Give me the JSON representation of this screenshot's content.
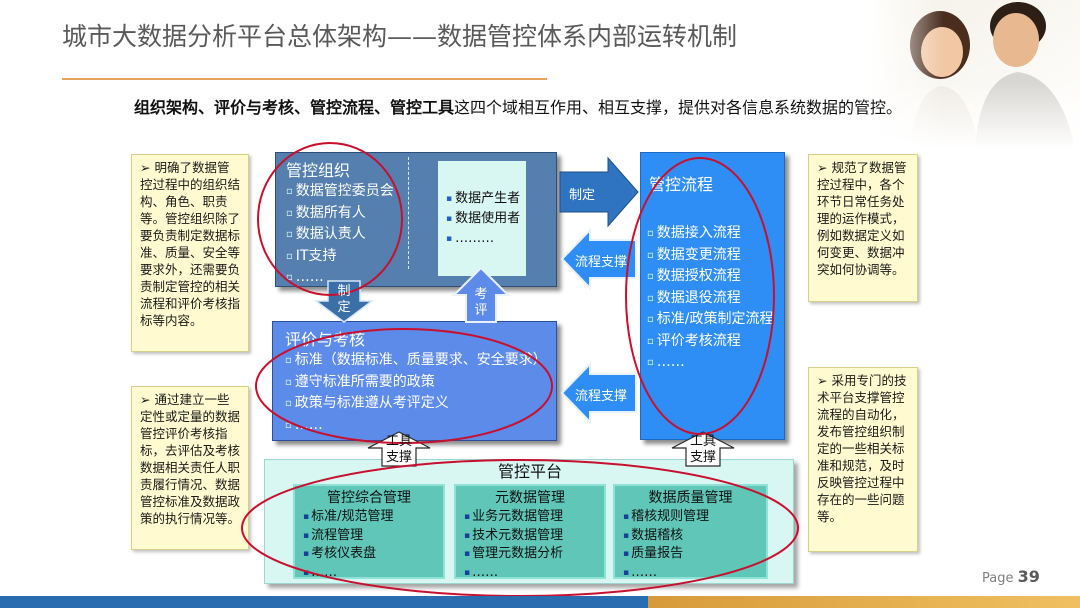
{
  "header": {
    "title": "城市大数据分析平台总体架构——数据管控体系内部运转机制",
    "subtitle_bold": "组织架构、评价与考核、管控流程、管控工具",
    "subtitle_rest": "这四个域相互作用、相互支撑，提供对各信息系统数据的管控。"
  },
  "notes": {
    "left_top": "➢  明确了数据管控过程中的组织结构、角色、职责等。管控组织除了要负责制定数据标准、质量、安全等要求外，还需要负责制定管控的相关流程和评价考核指标等内容。",
    "left_bottom": "➢  通过建立一些定性或定量的数据管控评价考核指标，去评估及考核数据相关责任人职责履行情况、数据管控标准及数据政策的执行情况等。",
    "right_top": "➢  规范了数据管控过程中，各个环节日常任务处理的运作模式，例如数据定义如何变更、数据冲突如何协调等。",
    "right_bottom": "➢  采用专门的技术平台支撑管控流程的自动化，发布管控组织制定的一些相关标准和规范，及时反映管控过程中存在的一些问题等。"
  },
  "organization": {
    "title": "管控组织",
    "items": [
      "数据管控委员会",
      "数据所有人",
      "数据认责人",
      "IT支持",
      "……"
    ],
    "inner_items": [
      "数据产生者",
      "数据使用者",
      "………"
    ]
  },
  "evaluation": {
    "title": "评价与考核",
    "items": [
      "标准（数据标准、质量要求、安全要求）",
      "遵守标准所需要的政策",
      "政策与标准遵从考评定义",
      "……"
    ]
  },
  "process": {
    "title": "管控流程",
    "items": [
      "数据接入流程",
      "数据变更流程",
      "数据授权流程",
      "数据退役流程",
      "标准/政策制定流程",
      "评价考核流程",
      "……"
    ]
  },
  "platform": {
    "title": "管控平台",
    "modules": [
      {
        "title": "管控综合管理",
        "items": [
          "标准/规范管理",
          "流程管理",
          "考核仪表盘",
          "……"
        ]
      },
      {
        "title": "元数据管理",
        "items": [
          "业务元数据管理",
          "技术元数据管理",
          "管理元数据分析",
          "……"
        ]
      },
      {
        "title": "数据质量管理",
        "items": [
          "稽核规则管理",
          "数据稽核",
          "质量报告",
          "……"
        ]
      }
    ]
  },
  "arrows": {
    "formulate_right": "制定",
    "process_support_top": "流程支撑",
    "process_support_bottom": "流程支撑",
    "formulate_down": "制定",
    "evaluate_up": "考评",
    "tool_support_left": "工具支撑",
    "tool_support_right": "工具支撑"
  },
  "footer": {
    "page_label": "Page",
    "page_number": "39"
  },
  "colors": {
    "dark_block": "#547fae",
    "mid_block": "#5d8bea",
    "bright_block": "#2f8ef5",
    "platform_bg": "#d8f6f2",
    "module_bg": "#5fc6b8",
    "note_bg": "#fffad0",
    "highlight_ellipse": "#c8102e",
    "title_rule": "#e6a35f"
  }
}
